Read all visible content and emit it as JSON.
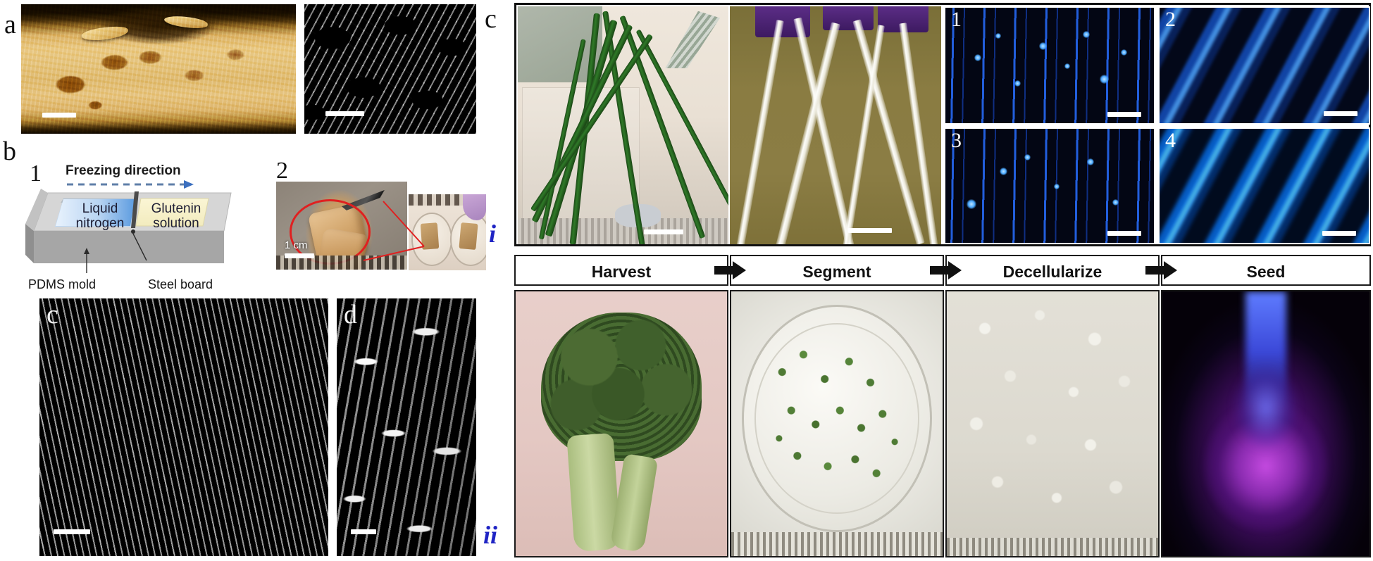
{
  "figure": {
    "panels": {
      "a": {
        "letter": "a"
      },
      "b": {
        "letter": "b",
        "sub1": "1",
        "sub2": "2"
      },
      "c_sem": {
        "letter": "c"
      },
      "d_sem": {
        "letter": "d"
      },
      "c_right": {
        "letter": "c"
      }
    }
  },
  "panel_b1": {
    "freezing_direction": "Freezing direction",
    "liquid_nitrogen": "Liquid\nnitrogen",
    "liquid_nitrogen_line1": "Liquid",
    "liquid_nitrogen_line2": "nitrogen",
    "glutenin_solution_line1": "Glutenin",
    "glutenin_solution_line2": "solution",
    "pdms_mold": "PDMS mold",
    "steel_board": "Steel board"
  },
  "panel_b2": {
    "scale_bar_label": "1 cm"
  },
  "panel_c_i": {
    "roman_label": "i",
    "fluorescence_numbers": [
      "1",
      "2",
      "3",
      "4"
    ]
  },
  "panel_c_ii": {
    "roman_label": "ii",
    "steps": [
      {
        "label": "Harvest"
      },
      {
        "label": "Segment"
      },
      {
        "label": "Decellularize"
      },
      {
        "label": "Seed"
      }
    ],
    "arrow_count": 3
  },
  "colors": {
    "roman_label_blue": "#1f24c4",
    "frame_black": "#111111",
    "red_annotation": "#e02020",
    "scale_bar_white": "#ffffff",
    "fluorescence_blue": "#2b6eff",
    "liquid_nitrogen_fill": "#a8cbf0",
    "glutenin_fill": "#f6f0c4",
    "pdms_gray": "#b9b9b9"
  }
}
